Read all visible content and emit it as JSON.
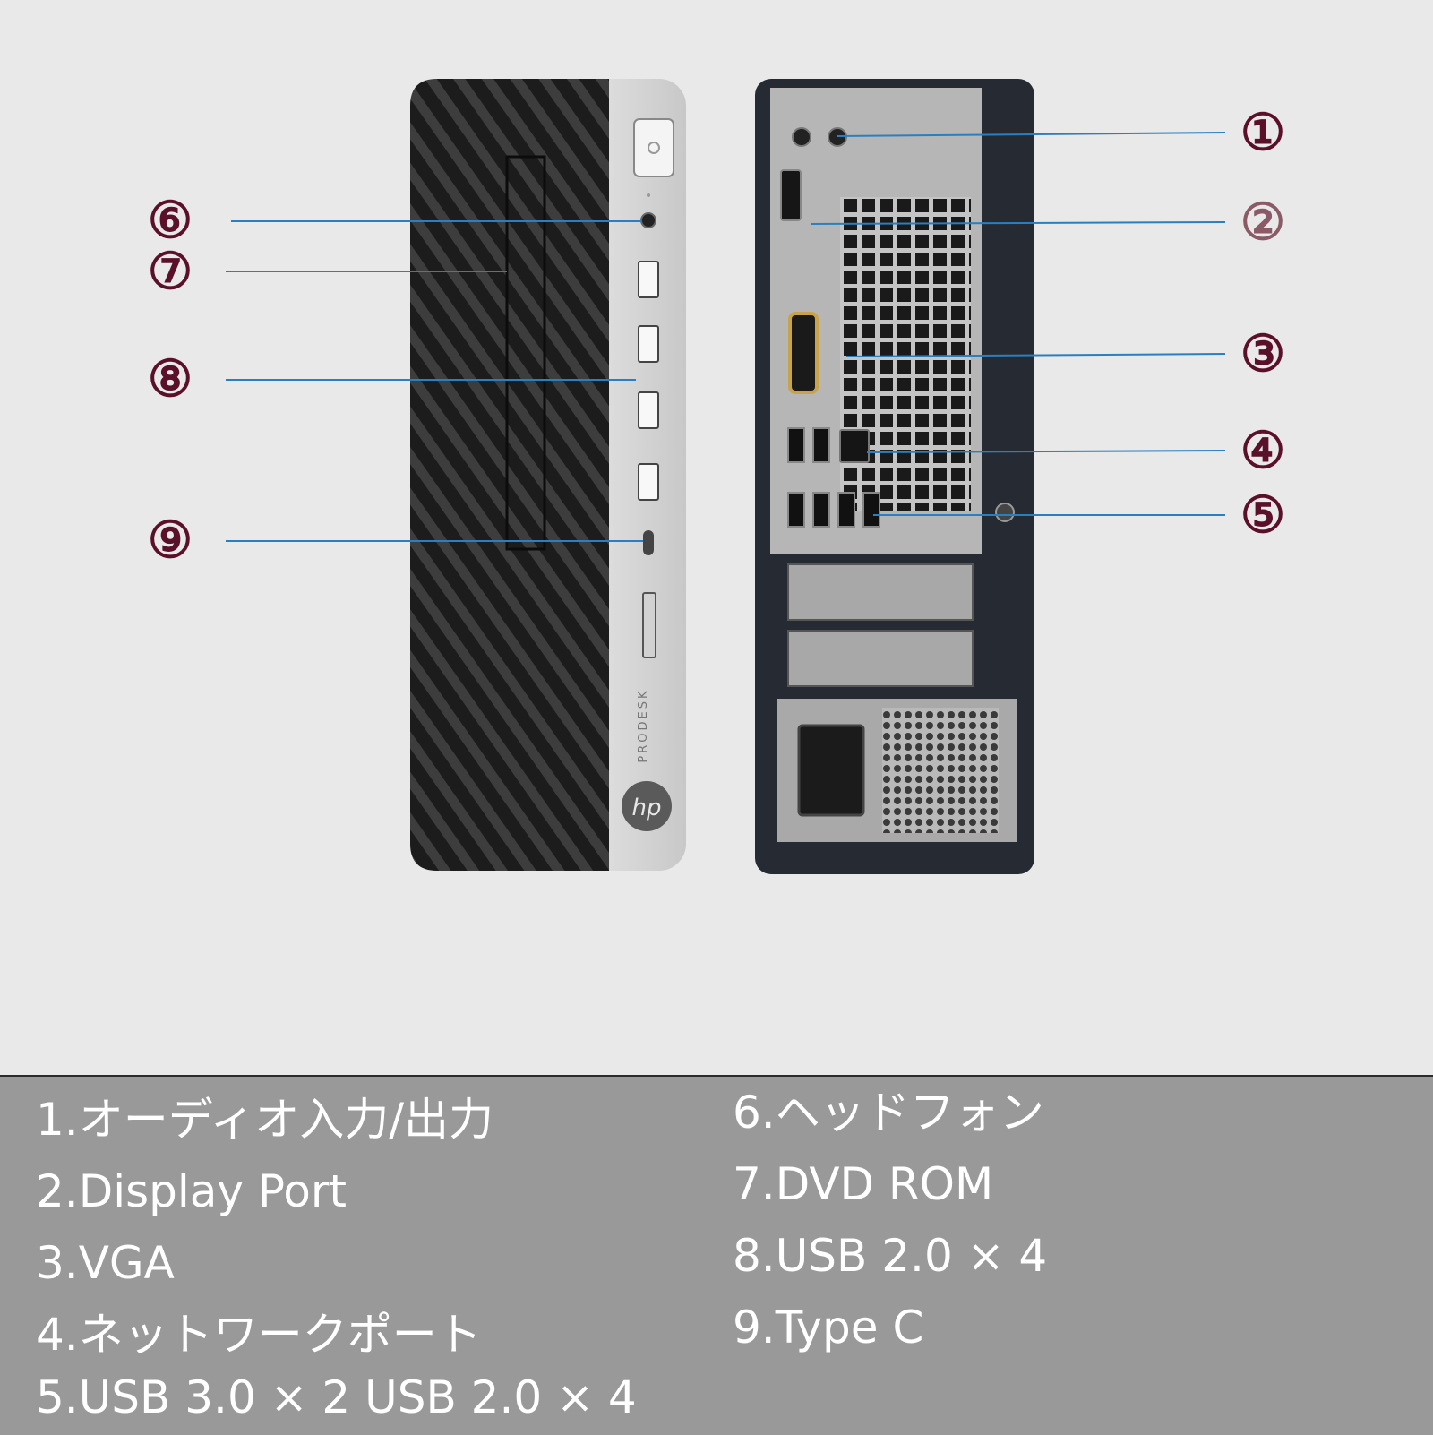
{
  "product": {
    "brand_logo_text": "hp",
    "model_text": "PRODESK"
  },
  "callouts": {
    "c1": "①",
    "c2": "②",
    "c3": "③",
    "c4": "④",
    "c5": "⑤",
    "c6": "⑥",
    "c7": "⑦",
    "c8": "⑧",
    "c9": "⑨"
  },
  "legend": {
    "left": [
      "1.オーディオ入力/出力",
      "2.Display Port",
      "3.VGA",
      "4.ネットワークポート",
      "5.USB 3.0 × 2 USB 2.0 × 4"
    ],
    "right": [
      "6.ヘッドフォン",
      "7.DVD ROM",
      "8.USB 2.0 × 4",
      "9.Type C"
    ]
  },
  "colors": {
    "callout_text": "#5a1028",
    "leader_line": "#2a7fc0",
    "legend_bg": "#999999",
    "legend_text": "#ffffff"
  }
}
